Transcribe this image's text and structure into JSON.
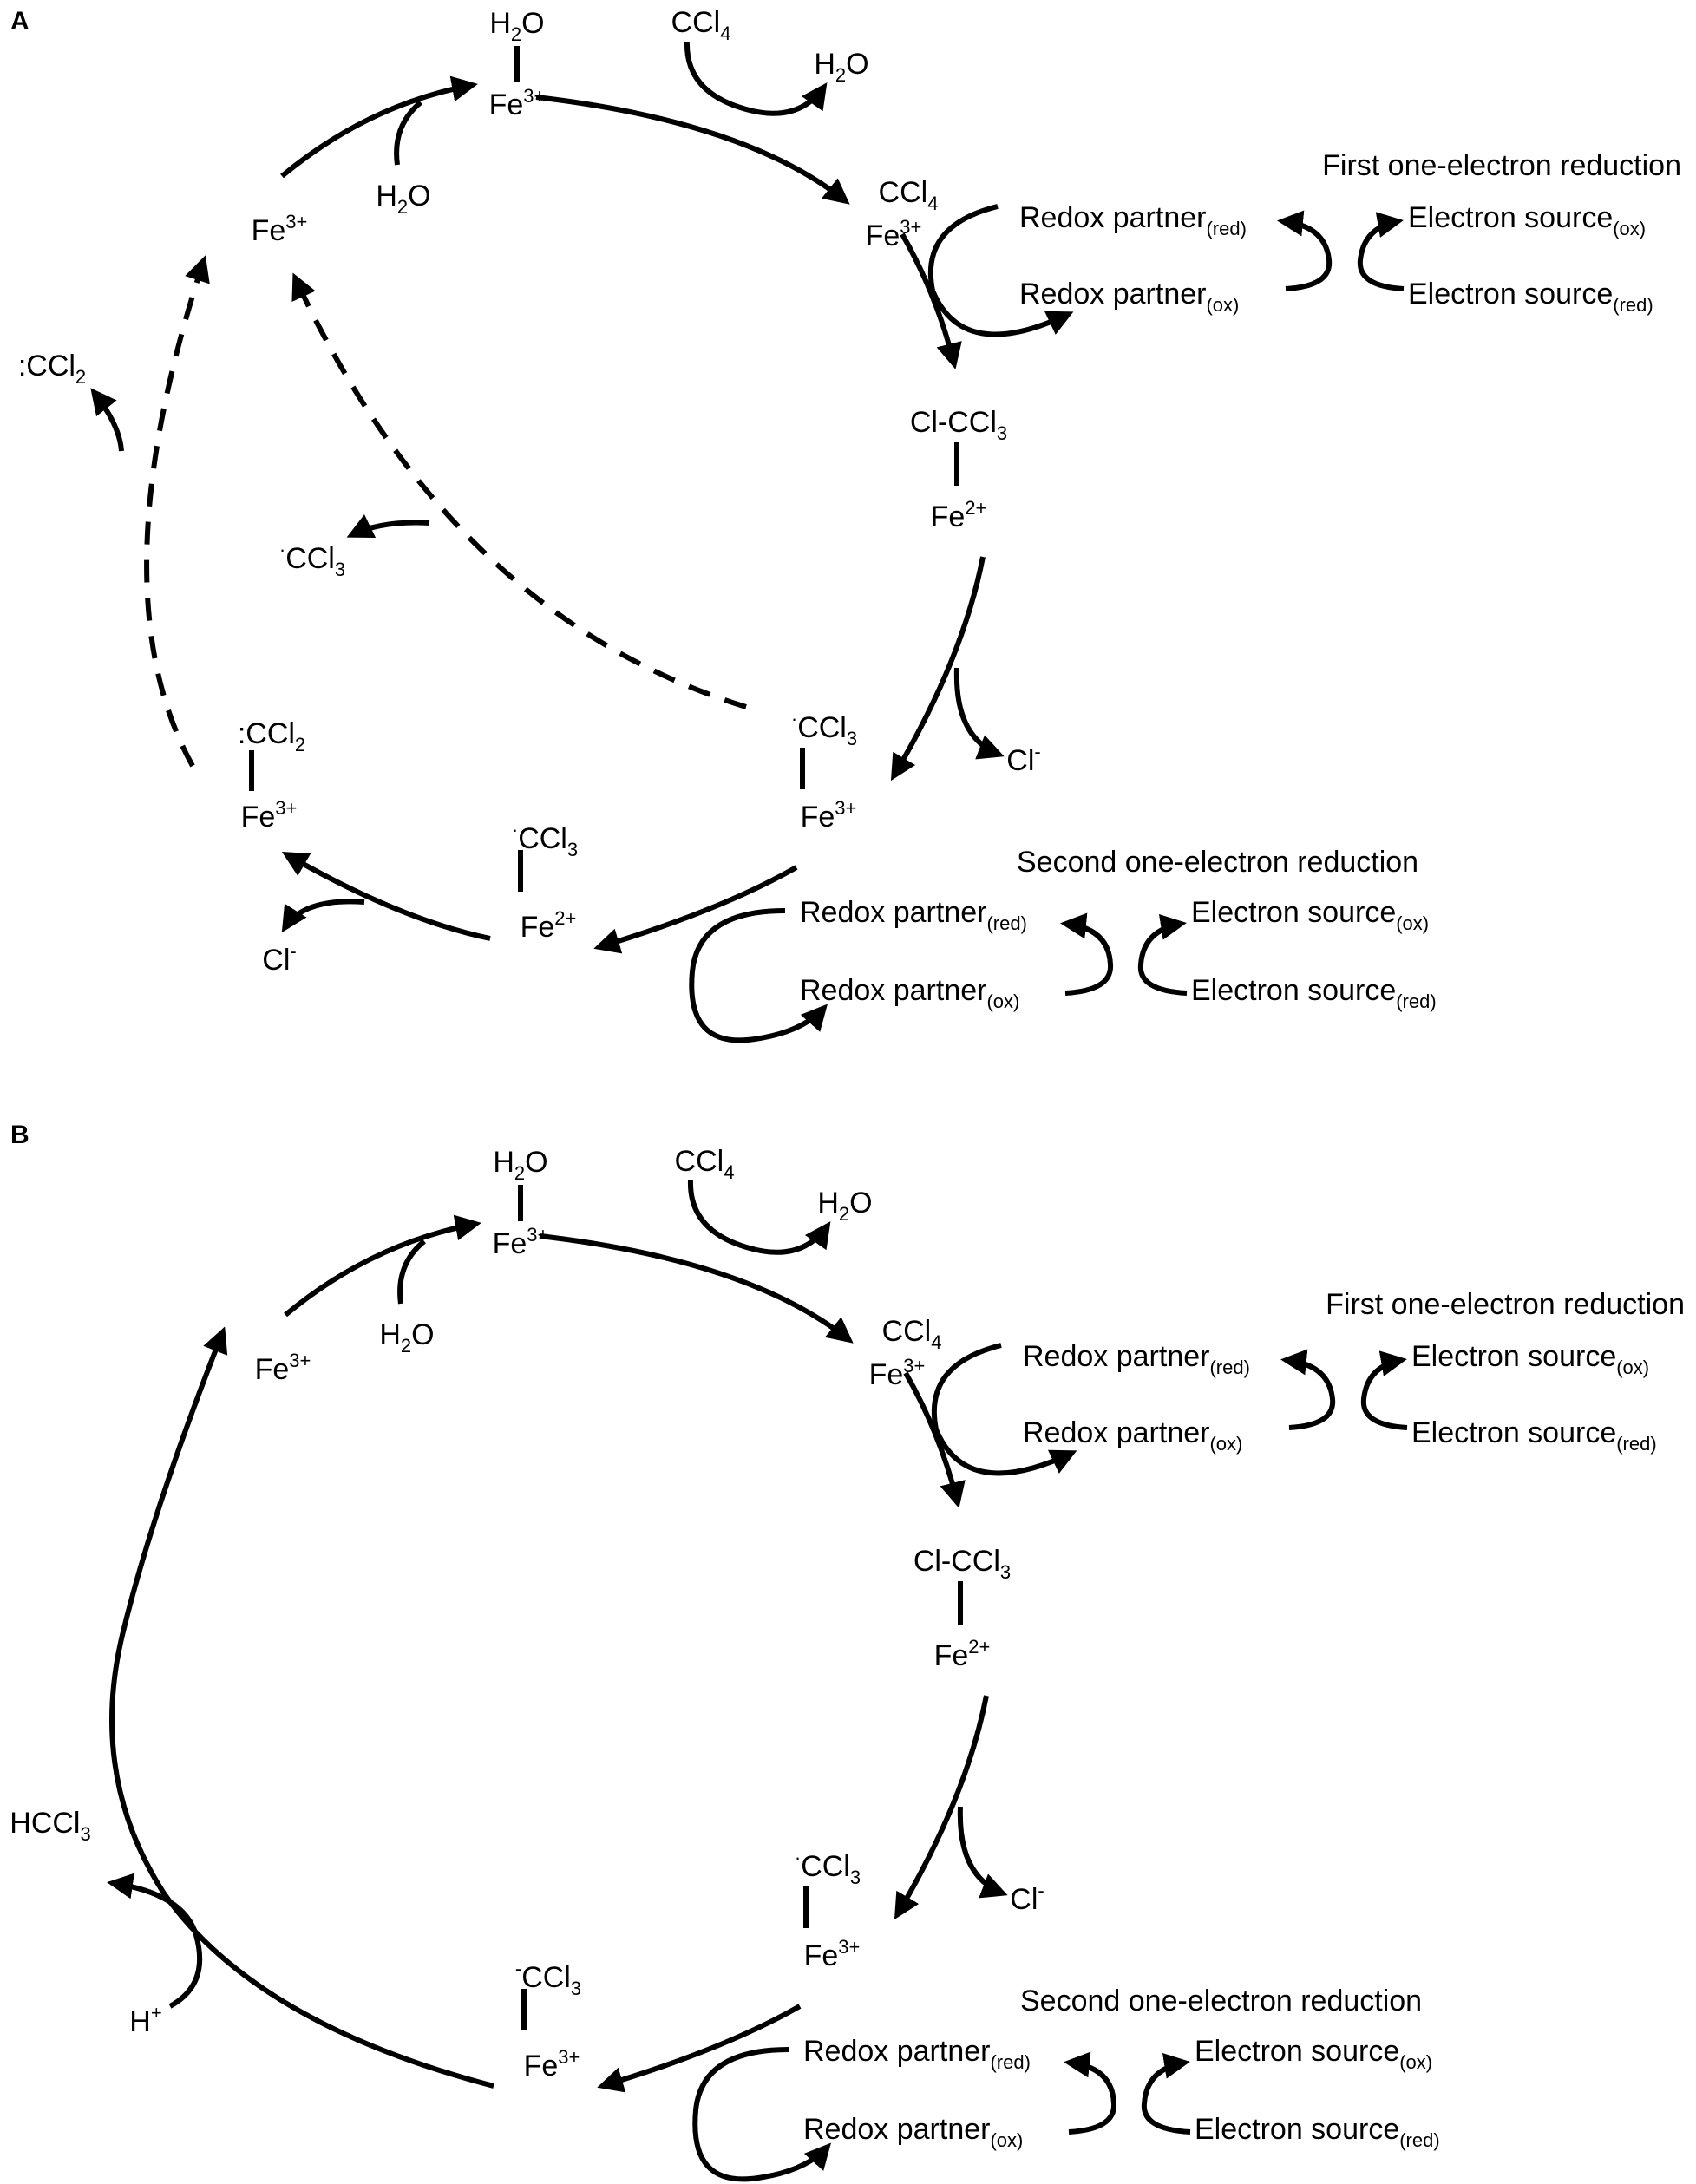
{
  "panels": [
    {
      "letter": "A",
      "labels": {
        "top_water": "H|2|O",
        "top_fe": "Fe^3+^",
        "ccl4_in": "CCl|4|",
        "water_out": "H|2|O",
        "water_in": "H|2|O",
        "left_fe": "Fe^3+^",
        "bound_ccl4": "CCl|4|",
        "bound_fe": "Fe^3+^",
        "first_reduction": "First one-electron reduction",
        "redox1_red": "Redox partner|(red)|",
        "redox1_ox": "Redox partner|(ox)|",
        "es1_ox": "Electron source|(ox)|",
        "es1_red": "Electron source|(red)|",
        "clccl3": "Cl-CCl|3|",
        "fe2": "Fe^2+^",
        "cl_out1": "Cl^-^",
        "radical": "^·^CCl|3|",
        "radical_fe": "Fe^3+^",
        "second_reduction": "Second one-electron reduction",
        "redox2_red": "Redox partner|(red)|",
        "redox2_ox": "Redox partner|(ox)|",
        "es2_ox": "Electron source|(ox)|",
        "es2_red": "Electron source|(red)|",
        "bottom_ligand": "^·^CCl|3|",
        "bottom_fe": "Fe^2+^",
        "carbene": ":CCl|2|",
        "carbene_fe": "Fe^3+^",
        "cl_out2": "Cl^-^",
        "free_carbene": ":CCl|2|",
        "free_radical": "^·^CCl|3|"
      }
    },
    {
      "letter": "B",
      "labels": {
        "top_water": "H|2|O",
        "top_fe": "Fe^3+^",
        "ccl4_in": "CCl|4|",
        "water_out": "H|2|O",
        "water_in": "H|2|O",
        "left_fe": "Fe^3+^",
        "bound_ccl4": "CCl|4|",
        "bound_fe": "Fe^3+^",
        "first_reduction": "First one-electron reduction",
        "redox1_red": "Redox partner|(red)|",
        "redox1_ox": "Redox partner|(ox)|",
        "es1_ox": "Electron source|(ox)|",
        "es1_red": "Electron source|(red)|",
        "clccl3": "Cl-CCl|3|",
        "fe2": "Fe^2+^",
        "cl_out1": "Cl^-^",
        "radical": "^·^CCl|3|",
        "radical_fe": "Fe^3+^",
        "second_reduction": "Second one-electron reduction",
        "redox2_red": "Redox partner|(red)|",
        "redox2_ox": "Redox partner|(ox)|",
        "es2_ox": "Electron source|(ox)|",
        "es2_red": "Electron source|(red)|",
        "bottom_ligand": "^-^CCl|3|",
        "bottom_fe": "Fe^3+^",
        "product": "HCCl|3|",
        "proton": "H^+^"
      }
    }
  ]
}
